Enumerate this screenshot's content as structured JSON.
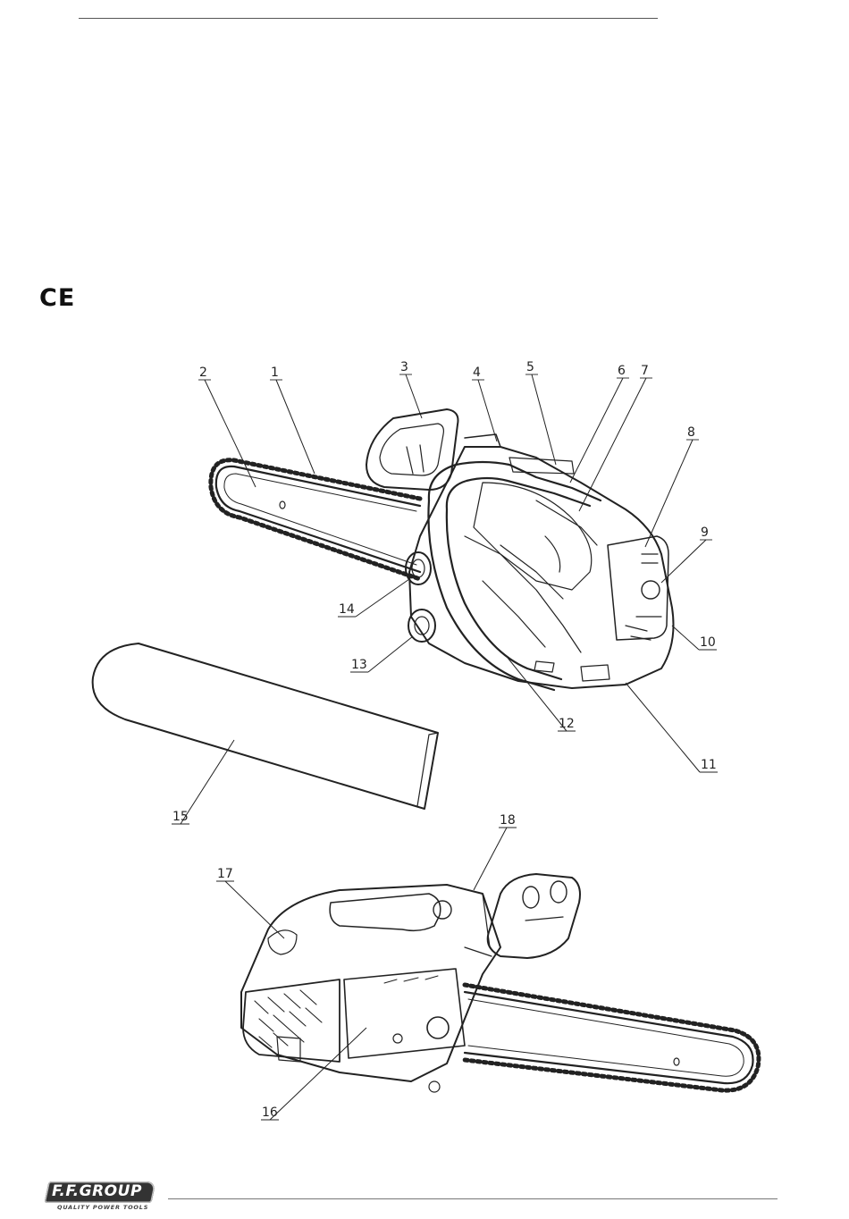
{
  "header": {},
  "ce_mark": "CE",
  "figure": {
    "callouts": [
      "1",
      "2",
      "3",
      "4",
      "5",
      "6",
      "7",
      "8",
      "9",
      "10",
      "11",
      "12",
      "13",
      "14",
      "15",
      "16",
      "17",
      "18"
    ]
  },
  "footer": {
    "logo_text": "F.F.GROUP",
    "logo_tagline": "QUALITY POWER TOOLS",
    "logo_registered": "®"
  }
}
